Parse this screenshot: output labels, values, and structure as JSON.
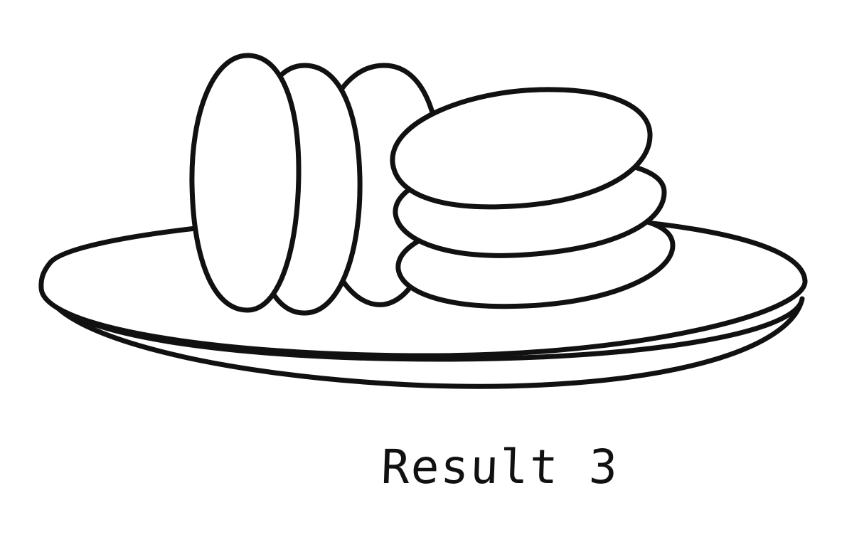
{
  "caption": "Result 3",
  "colors": {
    "ink": "#111111",
    "paper": "#ffffff"
  },
  "illustration": {
    "subject": "plate-with-cookies",
    "standing_cookie_count": 3,
    "stacked_cookie_count": 3
  }
}
